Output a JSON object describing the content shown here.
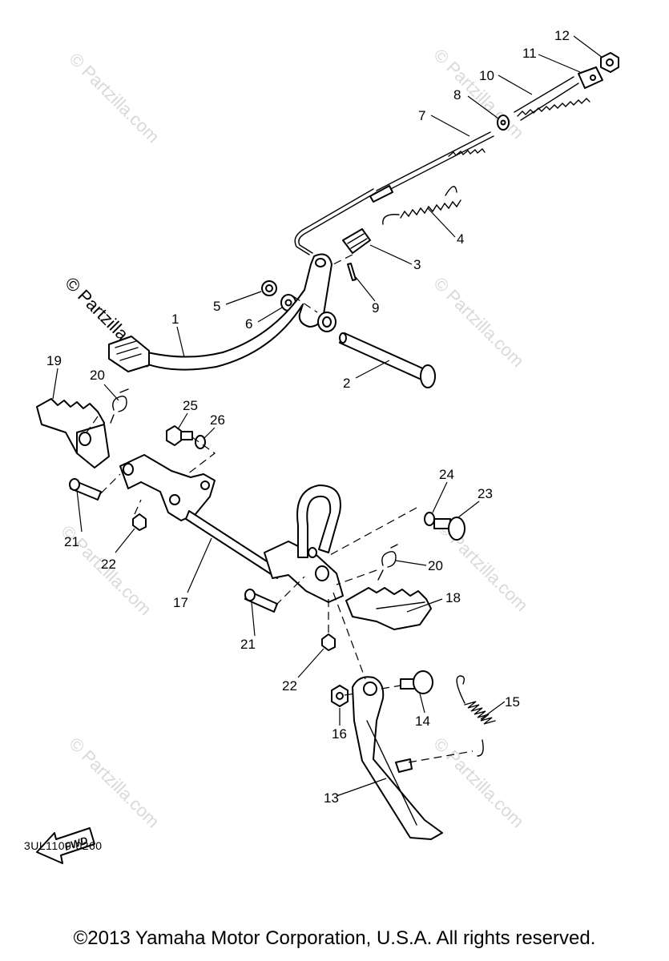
{
  "diagram": {
    "callouts": {
      "n1": "1",
      "n2": "2",
      "n3": "3",
      "n4": "4",
      "n5": "5",
      "n6": "6",
      "n7": "7",
      "n8": "8",
      "n9": "9",
      "n10": "10",
      "n11": "11",
      "n12": "12",
      "n13": "13",
      "n14": "14",
      "n15": "15",
      "n16": "16",
      "n17": "17",
      "n18": "18",
      "n19": "19",
      "n20a": "20",
      "n20b": "20",
      "n21a": "21",
      "n21b": "21",
      "n22a": "22",
      "n22b": "22",
      "n23": "23",
      "n24": "24",
      "n25": "25",
      "n26": "26"
    },
    "fwd_label": "FWD",
    "watermark": "© Partzilla.com",
    "diagram_code": "3UL1100-0260",
    "copyright": "©2013 Yamaha Motor Corporation, U.S.A. All rights reserved."
  }
}
